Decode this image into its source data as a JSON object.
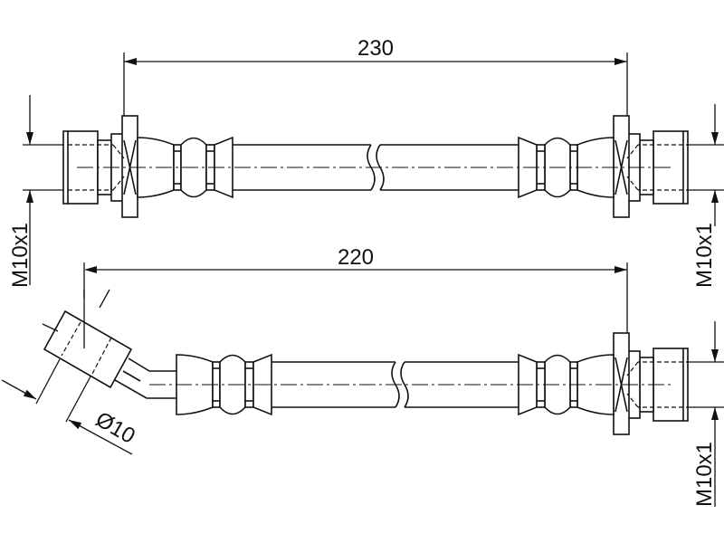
{
  "title": "Brake hose technical drawing",
  "dimensions": {
    "top_length": "230",
    "bottom_length": "220",
    "thread_top_left": "M10x1",
    "thread_top_right": "M10x1",
    "thread_bottom_right": "M10x1",
    "diameter_bottom_left": "Ø10"
  },
  "colors": {
    "line": "#111111",
    "background": "#ffffff"
  }
}
